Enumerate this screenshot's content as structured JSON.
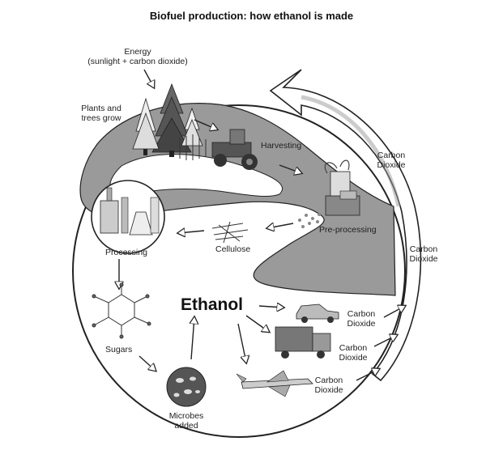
{
  "title": "Biofuel production: how ethanol is made",
  "labels": {
    "energy_line1": "Energy",
    "energy_line2": "(sunlight + carbon dioxide)",
    "plants_line1": "Plants and",
    "plants_line2": "trees grow",
    "harvesting": "Harvesting",
    "preprocessing": "Pre-processing",
    "cellulose": "Cellulose",
    "processing": "Processing",
    "sugars": "Sugars",
    "microbes_line1": "Microbes",
    "microbes_line2": "added",
    "ethanol": "Ethanol",
    "carbon": "Carbon",
    "dioxide": "Dioxide"
  },
  "colors": {
    "band": "#9a9a9a",
    "outline": "#222222",
    "arrow_fill": "#ffffff"
  }
}
